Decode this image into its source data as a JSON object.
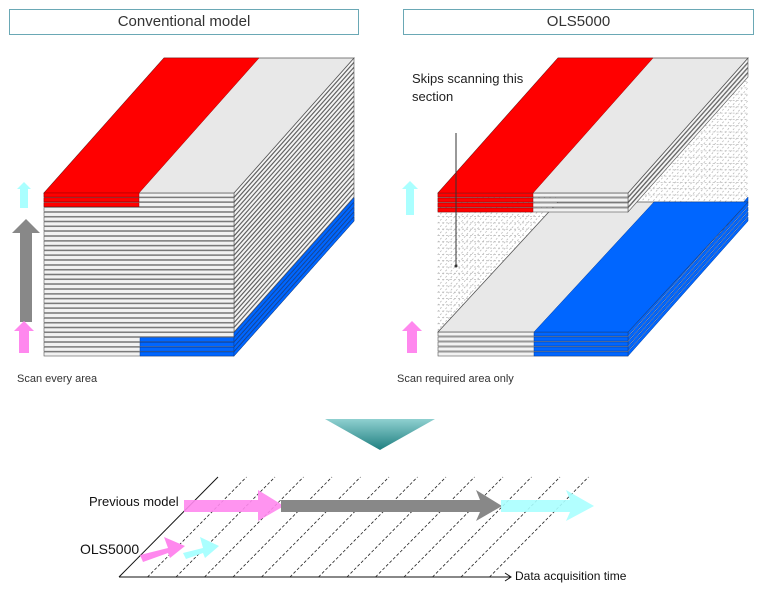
{
  "panels": {
    "left": {
      "title": "Conventional model",
      "caption": "Scan every area"
    },
    "right": {
      "title": "OLS5000",
      "caption": "Scan required area only",
      "annotation": "Skips scanning this section"
    }
  },
  "timeline": {
    "previous_label": "Previous model",
    "ols_label": "OLS5000",
    "axis_label": "Data acquisition time"
  },
  "colors": {
    "red_region": "#ff0000",
    "blue_region": "#0066ff",
    "layer_face": "#e8e8e8",
    "layer_edge": "#555555",
    "pink_arrow": "#ff88ee",
    "cyan_arrow": "#aaffff",
    "gray_arrow": "#888888",
    "down_arrow": "#2e8e8e",
    "title_border": "#6aa8b5"
  },
  "icons": [
    "down-chevron-arrow",
    "scan-up-arrow"
  ]
}
